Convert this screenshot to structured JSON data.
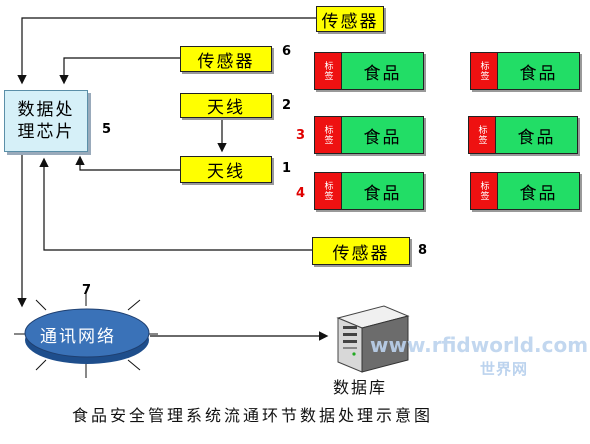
{
  "boxes": {
    "sensor_top": "传感器",
    "sensor_6": "传感器",
    "antenna_2": "天线",
    "antenna_1": "天线",
    "sensor_8": "传感器",
    "chip": "数据处\n理芯片",
    "network": "通讯网络",
    "database": "数据库"
  },
  "numbers": {
    "n1": "1",
    "n2": "2",
    "n3": "3",
    "n4": "4",
    "n5": "5",
    "n6": "6",
    "n7": "7",
    "n8": "8"
  },
  "tag_cards": [
    {
      "tag": "标签",
      "food": "食品"
    },
    {
      "tag": "标签",
      "food": "食品"
    },
    {
      "tag": "标签",
      "food": "食品"
    },
    {
      "tag": "标签",
      "food": "食品"
    },
    {
      "tag": "标签",
      "food": "食品"
    },
    {
      "tag": "标签",
      "food": "食品"
    }
  ],
  "caption": "食品安全管理系统流通环节数据处理示意图",
  "watermark": {
    "line1": "www.rfidworld.com",
    "line2": "世界网"
  },
  "colors": {
    "sensor_fill": "#ffff00",
    "chip_fill": "#d6f0f8",
    "tag_fill": "#ee1111",
    "food_fill": "#22dd66",
    "network_fill": "#3a72b8",
    "highlight_number": "#e00000"
  }
}
